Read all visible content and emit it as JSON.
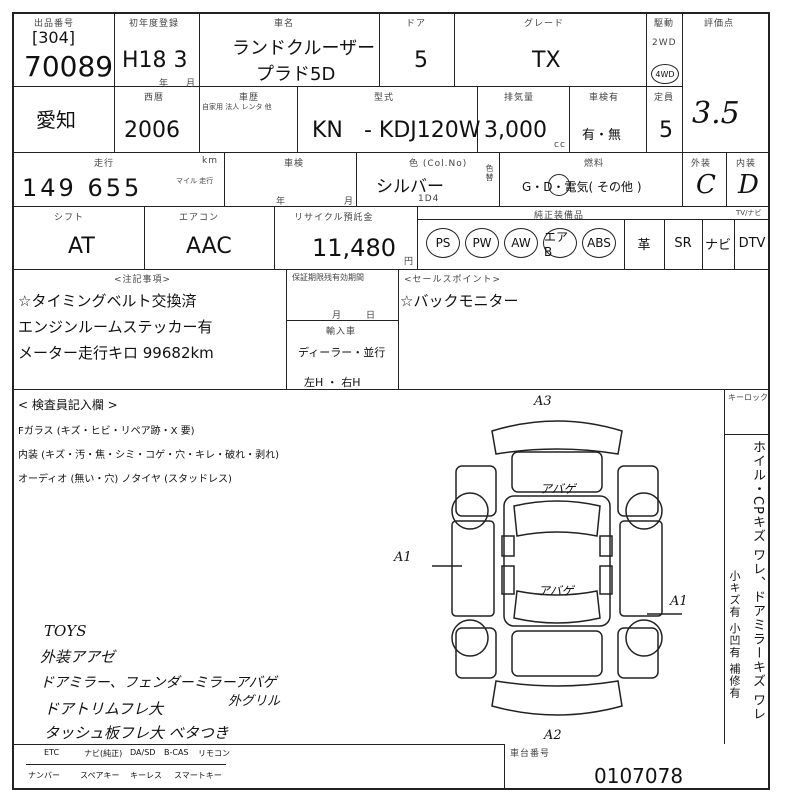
{
  "header": {
    "lot_label": "出品番号",
    "session": "[304]",
    "lot_number": "70089",
    "first_reg_label": "初年度登録",
    "first_reg": "H18 3",
    "year_unit": "年",
    "month_unit": "月",
    "car_name_label": "車名",
    "car_name_line1": "ランドクルーザー",
    "car_name_line2": "プラド5D",
    "doors_label": "ドア",
    "doors": "5",
    "grade_label": "グレード",
    "grade": "TX",
    "drive_label": "駆動",
    "drive_2wd": "2WD",
    "drive_4wd": "4WD",
    "score_label": "評価点",
    "score": "3.5"
  },
  "row2": {
    "region": "愛知",
    "model_year_label": "西暦",
    "model_year": "2006",
    "history_label": "車歴",
    "history_sub": "自家用 法人 レンタ 他",
    "type_label": "型式",
    "type_prefix": "KN",
    "type_code": "- KDJ120W",
    "displacement_label": "排気量",
    "displacement": "3,000",
    "displacement_unit": "cc",
    "inspection_label": "車検有",
    "inspection": "有・無",
    "capacity_label": "定員",
    "capacity": "5"
  },
  "row3": {
    "mileage_label": "走行",
    "mileage_unit_label": "km",
    "mileage": "149 655",
    "mileage_mark": "マイル 走行",
    "inspection_expiry_label": "車検",
    "year_unit": "年",
    "month_unit": "月",
    "color_label": "色 (Col.No)",
    "color": "シルバー",
    "color_code": "1D4",
    "color_change": "色替",
    "fuel_label": "燃料",
    "fuel": "G・D・電気(  その他  )",
    "ext_label": "外装",
    "ext_grade": "C",
    "int_label": "内装",
    "int_grade": "D"
  },
  "row4": {
    "shift_label": "シフト",
    "shift": "AT",
    "ac_label": "エアコン",
    "ac": "AAC",
    "recycle_label": "リサイクル預託金",
    "recycle": "11,480",
    "yen": "円",
    "equipment_label": "純正装備品",
    "equipment": [
      "PS",
      "PW",
      "AW",
      "エアB",
      "ABS"
    ],
    "equipment_plain": [
      "革",
      "SR",
      "ナビ",
      "DTV"
    ],
    "equipment_extra": "TV/ナビ"
  },
  "notes": {
    "seller_note_label": "<注記事項>",
    "lines": [
      "☆タイミングベルト交換済",
      "エンジンルームステッカー有",
      "メーター走行キロ 99682km"
    ],
    "warranty_label": "保証期限残有効期間",
    "month_unit": "月",
    "day_unit": "日",
    "import_label": "輸入車",
    "dealer": "ディーラー・並行",
    "steering": "左H ・ 右H",
    "selling_point_label": "<セールスポイント>",
    "selling_point": "☆バックモニター"
  },
  "inspection": {
    "title": "< 検査員記入欄 >",
    "line1": "Fガラス (キズ・ヒビ・リペア跡・X 要)",
    "line2": "内装 (キズ・汚・焦・シミ・コゲ・穴・キレ・破れ・剥れ)",
    "line3": "オーディオ (無い・穴) ノタイヤ (スタッドレス)",
    "handwritten": [
      "TOYS",
      "外装アアゼ",
      "ドアミラー、フェンダーミラーアバゲ",
      "ドアトリムフレ大",
      "外グリル",
      "タッシュ板フレ大 べタつき"
    ]
  },
  "diagram": {
    "top_mark": "A3",
    "left_mark": "A1",
    "right_mark": "A1",
    "bottom_mark": "A2",
    "roof_note": "アバゲ",
    "rear_note": "アバゲ"
  },
  "side": {
    "lock_label": "キーロック",
    "vertical_text": "ホイル・CPキズ ワレ、ドアミラーキズ ワレ",
    "small_vertical": "小キズ有 小凹有 補修有"
  },
  "footer": {
    "options_row1": [
      "ETC",
      "ナビ(純正)",
      "DA/SD",
      "B-CAS",
      "リモコン"
    ],
    "options_row2": [
      "ナンバー",
      "スペアキー",
      "キーレス",
      "スマートキー"
    ],
    "chassis_label": "車台番号",
    "chassis": "0107078"
  }
}
